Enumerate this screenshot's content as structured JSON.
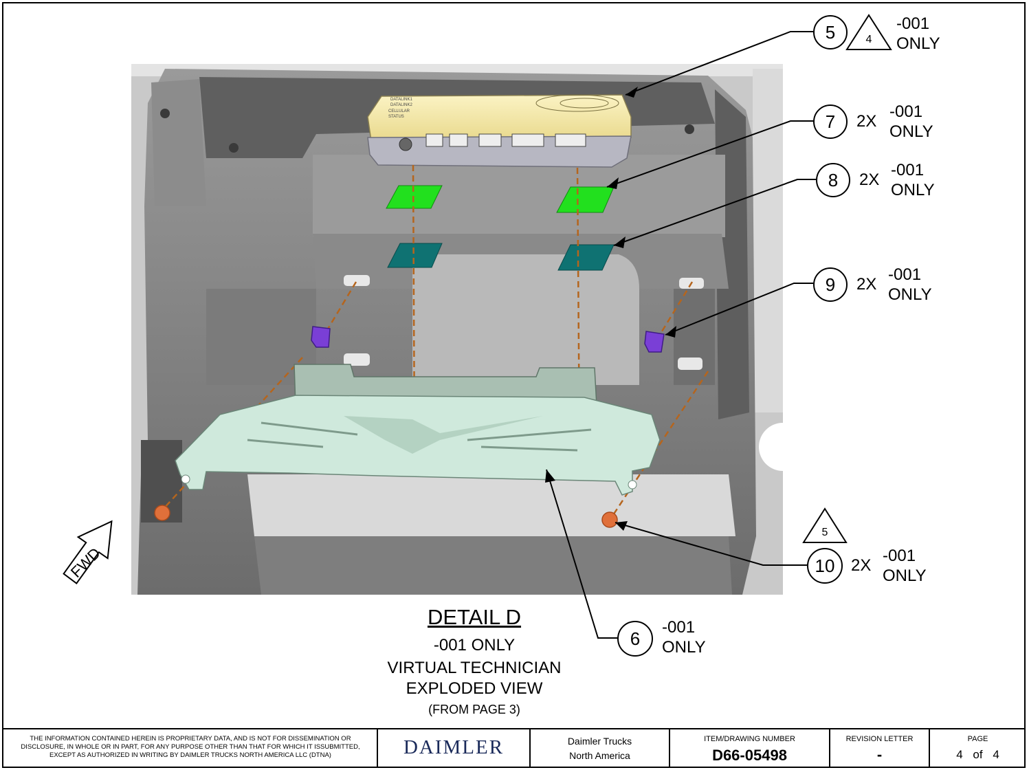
{
  "detail": {
    "title": "DETAIL D",
    "only": "-001 ONLY",
    "line1": "VIRTUAL TECHNICIAN",
    "line2": "EXPLODED VIEW",
    "from": "(FROM PAGE 3)"
  },
  "fwd_label": "FWD",
  "callouts": {
    "c5": {
      "num": "5",
      "qty": "",
      "note_flag": "4",
      "v1": "-001",
      "v2": "ONLY"
    },
    "c7": {
      "num": "7",
      "qty": "2X",
      "v1": "-001",
      "v2": "ONLY"
    },
    "c8": {
      "num": "8",
      "qty": "2X",
      "v1": "-001",
      "v2": "ONLY"
    },
    "c9": {
      "num": "9",
      "qty": "2X",
      "v1": "-001",
      "v2": "ONLY"
    },
    "c10": {
      "num": "10",
      "qty": "2X",
      "note_flag": "5",
      "v1": "-001",
      "v2": "ONLY"
    },
    "c6": {
      "num": "6",
      "qty": "",
      "v1": "-001",
      "v2": "ONLY"
    }
  },
  "device_labels": [
    "DATALINK1",
    "DATALINK2",
    "CELLULAR",
    "STATUS"
  ],
  "titleblock": {
    "disclaimer": "THE INFORMATION CONTAINED HEREIN IS PROPRIETARY DATA, AND IS NOT FOR DISSEMINATION OR DISCLOSURE, IN WHOLE OR  IN PART, FOR ANY PURPOSE OTHER THAN THAT FOR WHICH IT ISSUBMITTED, EXCEPT AS AUTHORIZED IN WRITING BY DAIMLER TRUCKS NORTH AMERICA LLC (DTNA)",
    "logo": "DAIMLER",
    "company_line1": "Daimler Trucks",
    "company_line2": "North America",
    "item_label": "ITEM/DRAWING NUMBER",
    "item_number": "D66-05498",
    "rev_label": "REVISION LETTER",
    "rev_value": "-",
    "page_label": "PAGE",
    "page_current": "4",
    "page_of": "of",
    "page_total": "4"
  },
  "colors": {
    "pad_green": "#22e01e",
    "pad_teal": "#0f7272",
    "clip_purple": "#7a3fd6",
    "bolt_orange": "#e0703a",
    "device_yellow": "#f6eaa6",
    "bracket_mint": "#cfe9dc",
    "frame_gray": "#7a7a7a",
    "dash_line": "#b5651d"
  }
}
